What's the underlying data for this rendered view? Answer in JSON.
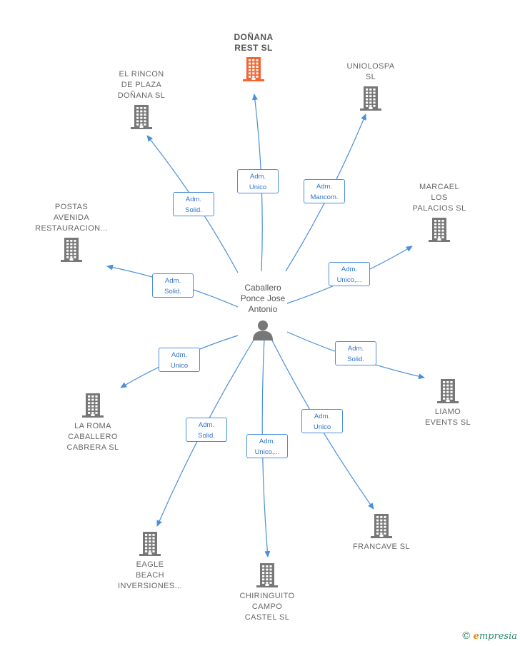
{
  "colors": {
    "edge": "#4a8fd9",
    "building": "#777777",
    "building_main": "#f26532",
    "person": "#777777"
  },
  "center": {
    "name": "Caballero\nPonce Jose\nAntonio",
    "icon": "person-icon"
  },
  "companies": [
    {
      "id": "donana-rest",
      "name": "DOÑANA\nREST SL",
      "main": true,
      "role": "Adm.\nUnico"
    },
    {
      "id": "el-rincon",
      "name": "EL RINCON\nDE PLAZA\nDOÑANA SL",
      "role": "Adm.\nSolid."
    },
    {
      "id": "uniolospa",
      "name": "UNIOLOSPA\nSL",
      "role": "Adm.\nMancom."
    },
    {
      "id": "marcael",
      "name": "MARCAEL\nLOS\nPALACIOS SL",
      "role": "Adm.\nUnico,..."
    },
    {
      "id": "postas",
      "name": "POSTAS\nAVENIDA\nRESTAURACION...",
      "role": "Adm.\nSolid."
    },
    {
      "id": "liamo",
      "name": "LIAMO\nEVENTS SL",
      "role": "Adm.\nSolid."
    },
    {
      "id": "la-roma",
      "name": "LA ROMA\nCABALLERO\nCABRERA SL",
      "role": "Adm.\nUnico"
    },
    {
      "id": "eagle",
      "name": "EAGLE\nBEACH\nINVERSIONES...",
      "role": "Adm.\nSolid."
    },
    {
      "id": "chiringuito",
      "name": "CHIRINGUITO\nCAMPO\nCASTEL SL",
      "role": "Adm.\nUnico,..."
    },
    {
      "id": "francave",
      "name": "FRANCAVE SL",
      "role": "Adm.\nUnico"
    }
  ],
  "watermark": {
    "copyright": "©",
    "brand_first": "e",
    "brand_rest": "mpresia"
  }
}
